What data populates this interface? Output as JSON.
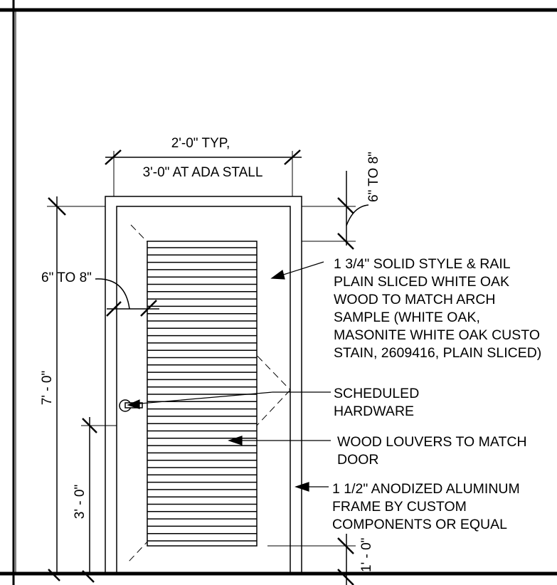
{
  "drawing": {
    "dimensions": {
      "width_line1": "2'-0\" TYP,",
      "width_line2": "3'-0\" AT ADA STALL",
      "top_reveal": "6\" TO 8\"",
      "left_reveal": "6\" TO 8\"",
      "overall_height": "7' - 0\"",
      "hardware_height": "3' - 0\"",
      "bottom_clearance": "1' - 0\""
    },
    "notes": {
      "door_material": [
        "1 3/4\" SOLID STYLE & RAIL",
        "PLAIN SLICED WHITE OAK",
        "WOOD  TO MATCH ARCH",
        "SAMPLE (WHITE OAK,",
        "MASONITE WHITE OAK CUSTO",
        "STAIN, 2609416, PLAIN SLICED)"
      ],
      "hardware": [
        "SCHEDULED",
        "HARDWARE"
      ],
      "louvers": [
        "WOOD LOUVERS TO MATCH",
        "DOOR"
      ],
      "frame": [
        "1 1/2\" ANODIZED ALUMINUM",
        "FRAME BY CUSTOM",
        "COMPONENTS OR EQUAL"
      ]
    }
  }
}
